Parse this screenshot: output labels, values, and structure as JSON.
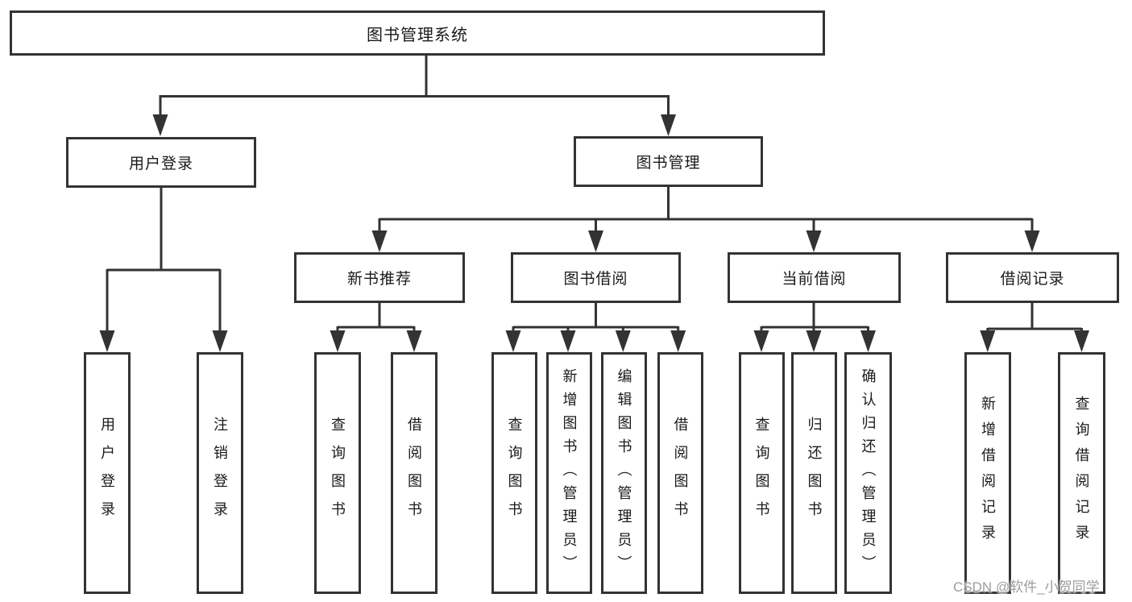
{
  "diagram": {
    "root": {
      "label": "图书管理系统"
    },
    "user_login": {
      "label": "用户登录",
      "children": [
        "用户登录",
        "注销登录"
      ]
    },
    "book_management": {
      "label": "图书管理",
      "new_book": {
        "label": "新书推荐",
        "children": [
          "查询图书",
          "借阅图书"
        ]
      },
      "borrow": {
        "label": "图书借阅",
        "children": [
          "查询图书",
          "新增图书（管理员）",
          "编辑图书（管理员）",
          "借阅图书"
        ]
      },
      "current": {
        "label": "当前借阅",
        "children": [
          "查询图书",
          "归还图书",
          "确认归还（管理员）"
        ]
      },
      "records": {
        "label": "借阅记录",
        "children": [
          "新增借阅记录",
          "查询借阅记录"
        ]
      }
    }
  },
  "watermark": "CSDN @软件_小贺同学",
  "colors": {
    "line": "#333333",
    "text": "#1a1a1a",
    "background": "#ffffff",
    "watermark": "#9c9c9c"
  }
}
